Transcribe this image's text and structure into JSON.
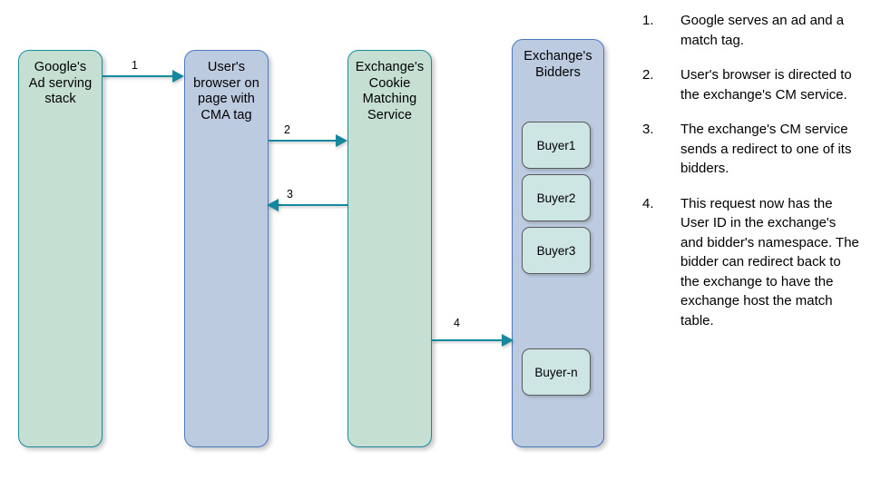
{
  "diagram": {
    "pillars": [
      {
        "id": "ad-serving",
        "label": "Google's\nAd serving\nstack",
        "fill": "#c5dfd2",
        "stroke": "#1b8a9a"
      },
      {
        "id": "browser",
        "label": "User's\nbrowser on\npage with\nCMA tag",
        "fill": "#bccbdf",
        "stroke": "#1b8a9a"
      },
      {
        "id": "cms",
        "label": "Exchange's\nCookie\nMatching\nService",
        "fill": "#c5dfd2",
        "stroke": "#1b8a9a"
      },
      {
        "id": "bidders",
        "label": "Exchange's\nBidders",
        "fill": "#bccbdf",
        "stroke": "#4a79c0"
      }
    ],
    "buyers": [
      {
        "id": "buyer-1",
        "label": "Buyer1"
      },
      {
        "id": "buyer-2",
        "label": "Buyer2"
      },
      {
        "id": "buyer-3",
        "label": "Buyer3"
      },
      {
        "id": "buyer-n",
        "label": "Buyer-n"
      }
    ],
    "arrows": [
      {
        "id": "arrow-1",
        "label": "1",
        "from": "ad-serving",
        "to": "browser",
        "direction": "right"
      },
      {
        "id": "arrow-2",
        "label": "2",
        "from": "browser",
        "to": "cms",
        "direction": "right"
      },
      {
        "id": "arrow-3",
        "label": "3",
        "from": "cms",
        "to": "browser",
        "direction": "left"
      },
      {
        "id": "arrow-4",
        "label": "4",
        "from": "cms",
        "to": "bidders",
        "direction": "right"
      }
    ],
    "arrow_color": "#14889c"
  },
  "steps": [
    {
      "number": "1.",
      "text": "Google serves an ad and a match tag."
    },
    {
      "number": "2.",
      "text": "User's browser is directed to the exchange's CM service."
    },
    {
      "number": "3.",
      "text": "The exchange's CM service sends a redirect to one of its bidders."
    },
    {
      "number": "4.",
      "text": "This request now has the User ID in the exchange's and bidder's namespace. The bidder can redirect back to the exchange to have the exchange host the match table."
    }
  ]
}
